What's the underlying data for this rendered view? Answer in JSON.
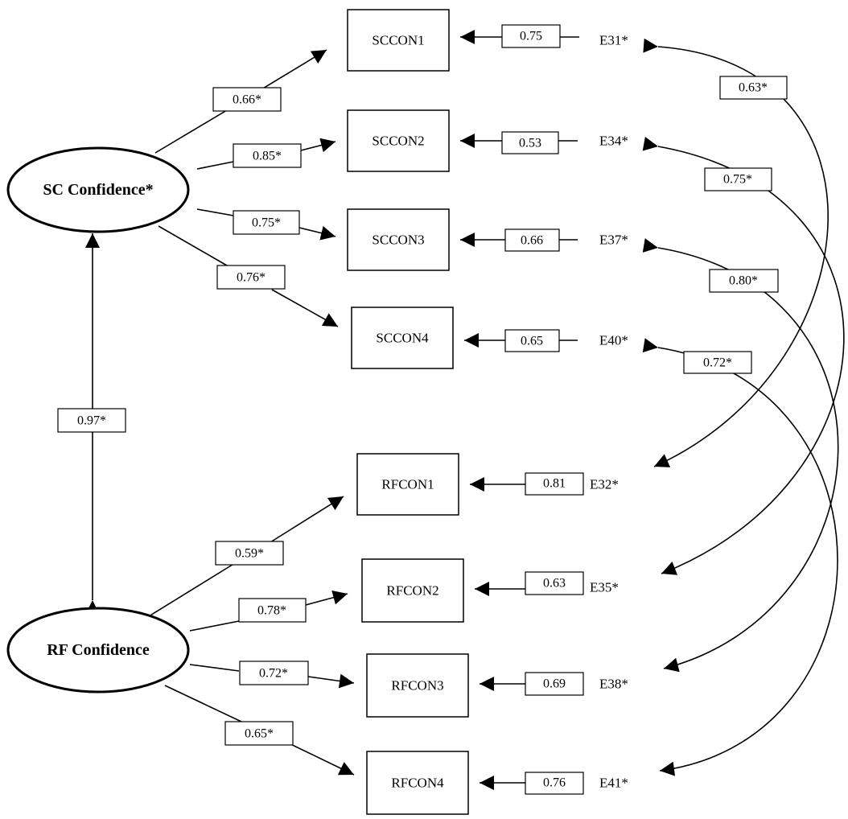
{
  "latents": {
    "sc": {
      "label": "SC Confidence*"
    },
    "rf": {
      "label": "RF Confidence"
    }
  },
  "factor_correlation": "0.97*",
  "indicators": [
    {
      "id": "SCCON1",
      "loading": "0.66*",
      "error": "E31*",
      "error_loading": "0.75"
    },
    {
      "id": "SCCON2",
      "loading": "0.85*",
      "error": "E34*",
      "error_loading": "0.53"
    },
    {
      "id": "SCCON3",
      "loading": "0.75*",
      "error": "E37*",
      "error_loading": "0.66"
    },
    {
      "id": "SCCON4",
      "loading": "0.76*",
      "error": "E40*",
      "error_loading": "0.65"
    },
    {
      "id": "RFCON1",
      "loading": "0.59*",
      "error": "E32*",
      "error_loading": "0.81"
    },
    {
      "id": "RFCON2",
      "loading": "0.78*",
      "error": "E35*",
      "error_loading": "0.63"
    },
    {
      "id": "RFCON3",
      "loading": "0.72*",
      "error": "E38*",
      "error_loading": "0.69"
    },
    {
      "id": "RFCON4",
      "loading": "0.65*",
      "error": "E41*",
      "error_loading": "0.76"
    }
  ],
  "error_covariances": [
    {
      "from": "E31*",
      "to": "E32*",
      "value": "0.63*"
    },
    {
      "from": "E34*",
      "to": "E35*",
      "value": "0.75*"
    },
    {
      "from": "E37*",
      "to": "E38*",
      "value": "0.80*"
    },
    {
      "from": "E40*",
      "to": "E41*",
      "value": "0.72*"
    }
  ]
}
